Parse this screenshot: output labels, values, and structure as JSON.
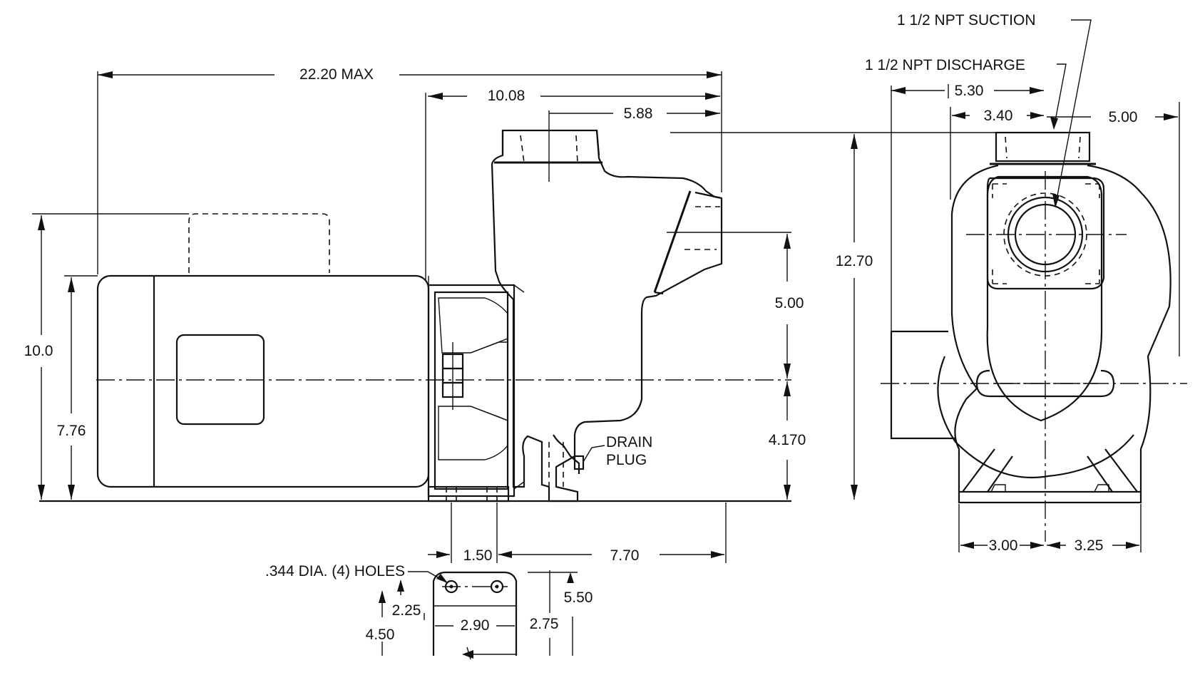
{
  "dimensions": {
    "overall_length": "22.20 MAX",
    "pump_length": "10.08",
    "suction_offset": "5.88",
    "motor_height": "10.0",
    "shaft_height": "7.76",
    "discharge_above_shaft": "5.00",
    "shaft_above_base": "4.170",
    "overall_height": "12.70",
    "foot_spacing": "1.50",
    "foot_to_discharge": "7.70",
    "hole_offset_y": "2.25",
    "foot_depth": "4.50",
    "hole_spacing_x": "2.90",
    "foot_half": "2.75",
    "foot_height": "5.50",
    "end_width_left": "5.30",
    "end_to_suction": "3.40",
    "end_width_right": "5.00",
    "base_left": "3.00",
    "base_right": "3.25"
  },
  "labels": {
    "suction": "1 1/2 NPT SUCTION",
    "discharge": "1 1/2 NPT DISCHARGE",
    "drain_line1": "DRAIN",
    "drain_line2": "PLUG",
    "holes": ".344 DIA. (4) HOLES"
  }
}
